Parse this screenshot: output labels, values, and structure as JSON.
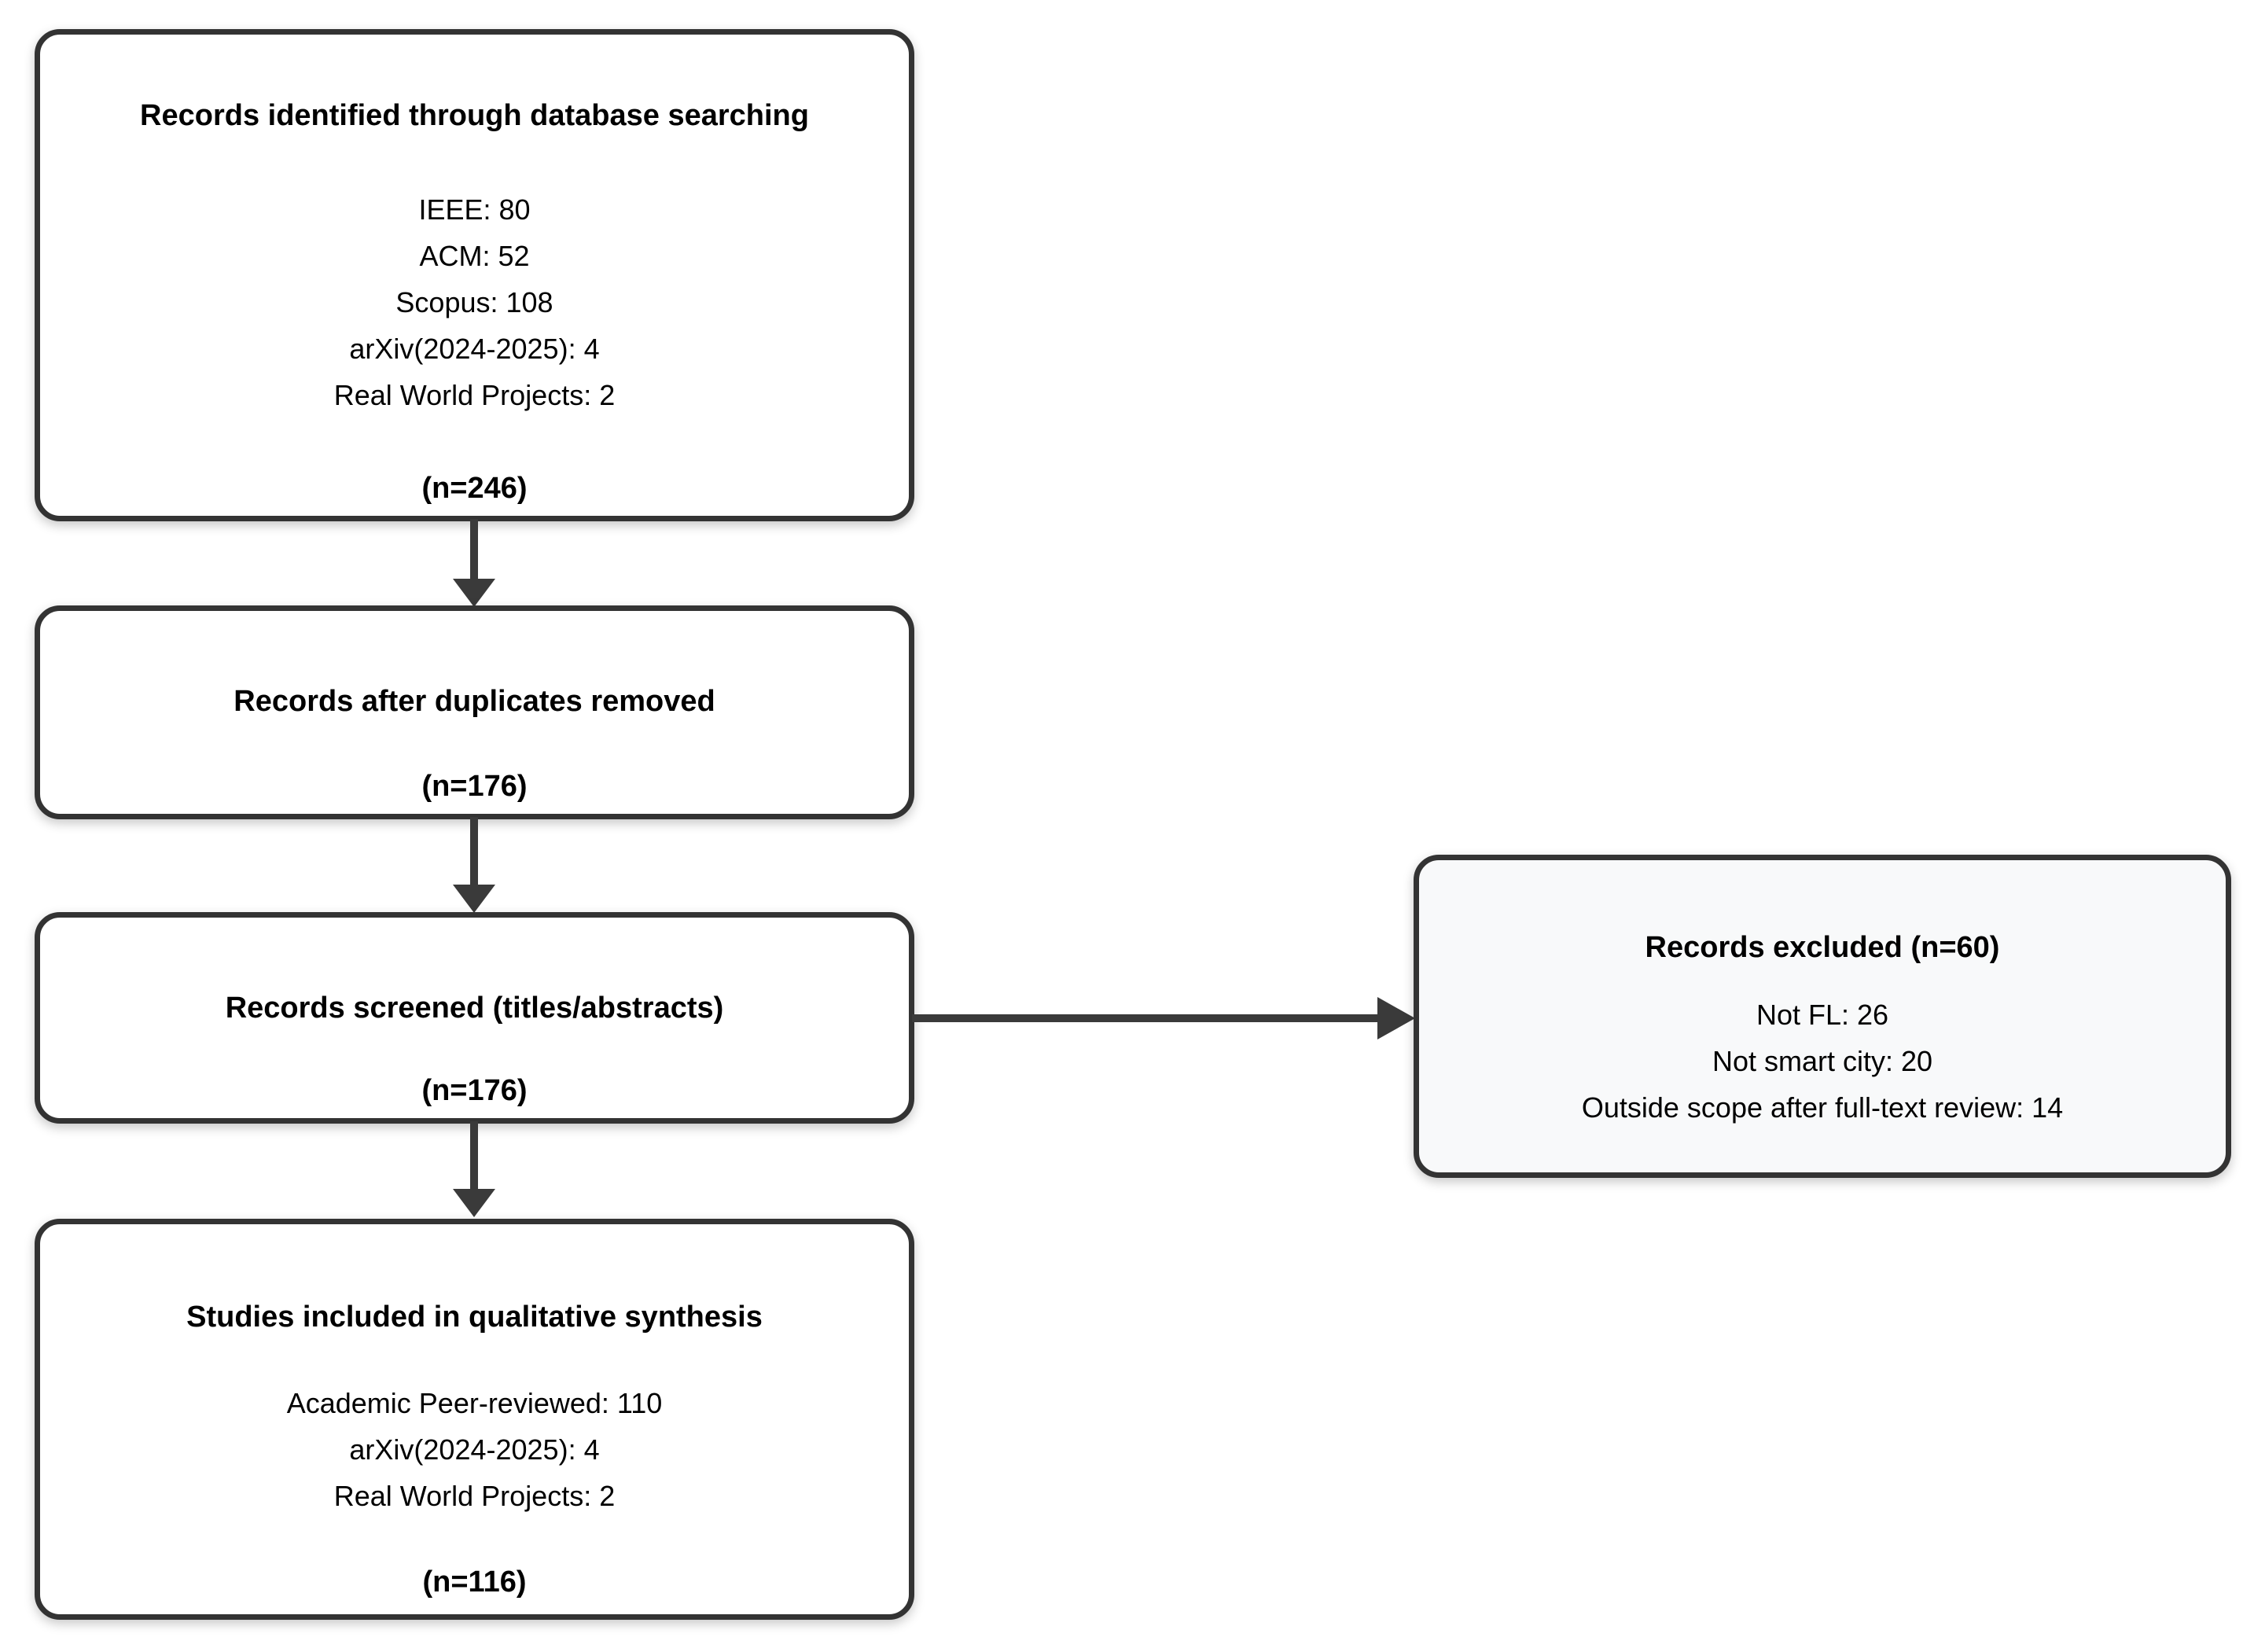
{
  "diagram": {
    "type": "prisma-flowchart",
    "boxes": {
      "identification": {
        "title": "Records identified through database searching",
        "items": [
          "IEEE: 80",
          "ACM: 52",
          "Scopus: 108",
          "arXiv(2024-2025): 4",
          "Real World Projects: 2"
        ],
        "total": "(n=246)"
      },
      "deduplication": {
        "title": "Records after duplicates removed",
        "total": "(n=176)"
      },
      "screening": {
        "title": "Records screened (titles/abstracts)",
        "total": "(n=176)"
      },
      "excluded": {
        "title": "Records excluded (n=60)",
        "items": [
          "Not FL: 26",
          "Not smart city: 20",
          "Outside scope after full-text review: 14"
        ]
      },
      "included": {
        "title": "Studies included in qualitative synthesis",
        "items": [
          "Academic Peer-reviewed: 110",
          "arXiv(2024-2025): 4",
          "Real World Projects: 2"
        ],
        "total": "(n=116)"
      }
    },
    "colors": {
      "border": "#333333",
      "box_fill": "#ffffff",
      "excluded_fill": "#f8f9fa",
      "arrow": "#3a3a3a",
      "text": "#000000",
      "page_bg": "#ffffff"
    }
  }
}
